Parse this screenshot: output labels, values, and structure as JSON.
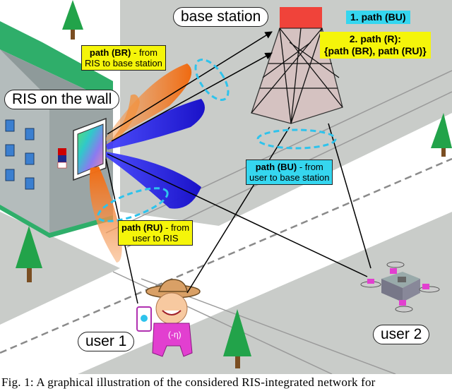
{
  "labels": {
    "base_station": "base station",
    "ris_on_wall": "RIS on the wall",
    "user1": "user 1",
    "user2": "user 2"
  },
  "legend": {
    "path_bu": "1. path (BU)",
    "path_r_line1": "2. path (R):",
    "path_r_line2": "{path (BR), path (RU)}"
  },
  "paths": {
    "br_title": "path (BR)",
    "br_suffix": " - from",
    "br_line2": "RIS to base station",
    "bu_title": "path (BU)",
    "bu_suffix": " - from",
    "bu_line2": "user to base station",
    "ru_title": "path (RU)",
    "ru_suffix": " - from",
    "ru_line2": "user to RIS"
  },
  "caption": "Fig. 1: A graphical illustration of the considered RIS-integrated network for",
  "colors": {
    "grass": "#c9ccc9",
    "building_green": "#2fae6a",
    "orange_beam": "#f27a1e",
    "blue_beam": "#2222e0",
    "cyan_ellipse": "#2ec3ec",
    "yellow_tag": "#f5f50a",
    "cyan_tag": "#35d6ef",
    "hat": "#d9a066",
    "user_pink": "#e23fd0"
  },
  "icons": [
    "tree-icon",
    "building-icon",
    "ris-panel-icon",
    "tower-icon",
    "drone-icon",
    "farmer-user-icon",
    "phone-icon",
    "flag-icon"
  ]
}
